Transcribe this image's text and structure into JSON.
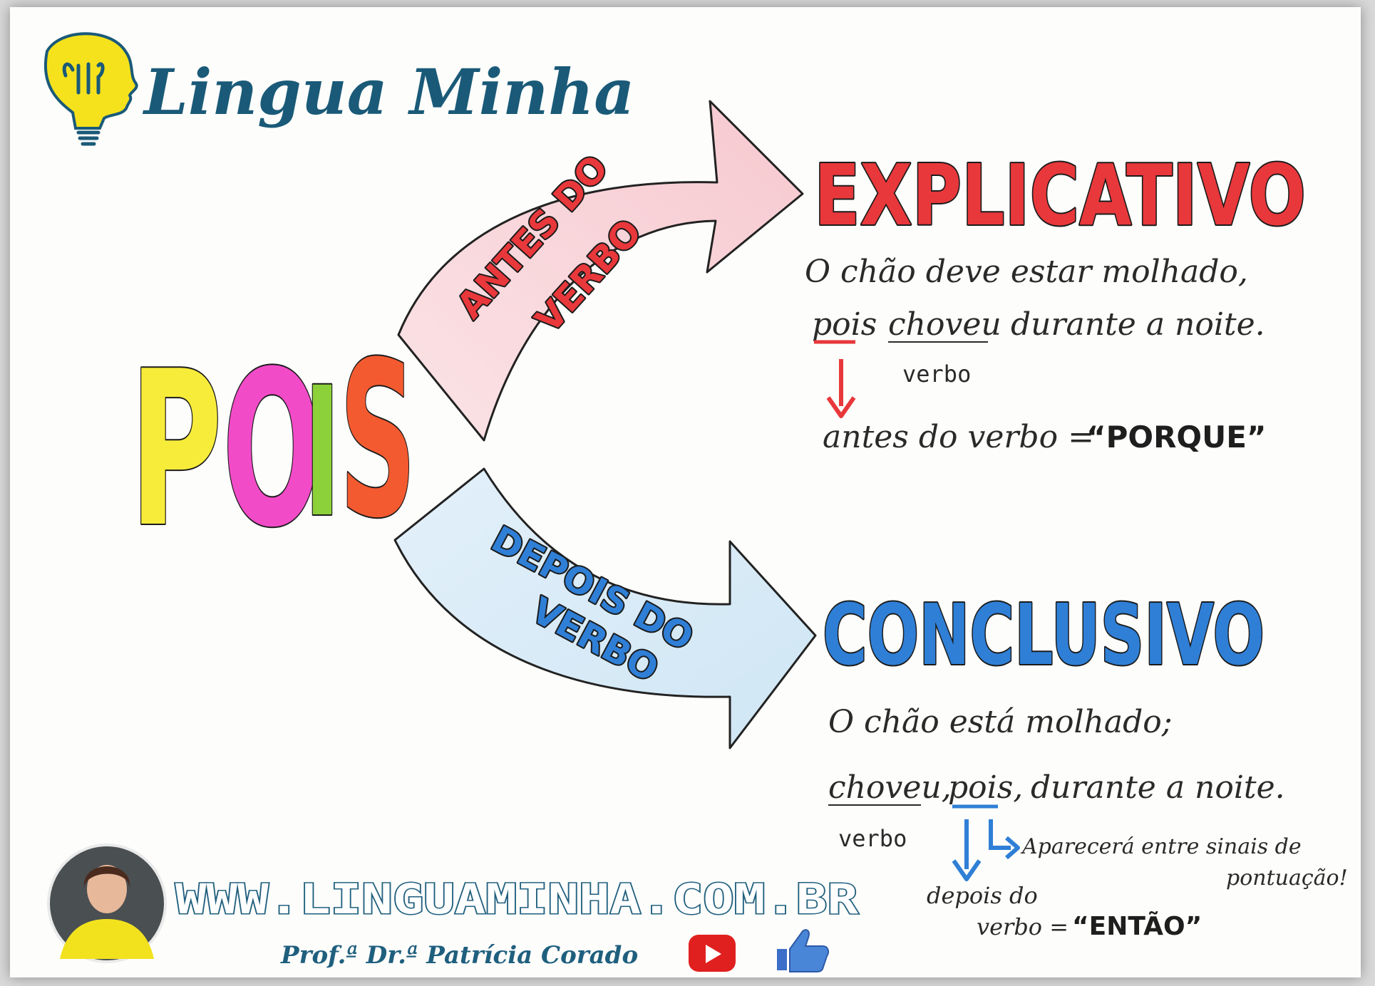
{
  "logo": {
    "name": "Lingua Minha"
  },
  "main_word": {
    "letters": [
      "P",
      "O",
      "I",
      "S"
    ]
  },
  "top_arrow": {
    "line1": "ANTES DO",
    "line2": "VERBO"
  },
  "bottom_arrow": {
    "line1": "DEPOIS DO",
    "line2": "VERBO"
  },
  "explicativo": {
    "title": "EXPLICATIVO",
    "sentence_line1": "O chão deve estar molhado,",
    "sentence_pois": "pois",
    "sentence_verb": "choveu",
    "sentence_rest": "durante a noite.",
    "verb_label": "verbo",
    "rule_text": "antes do verbo =",
    "rule_value": "“PORQUE”"
  },
  "conclusivo": {
    "title": "CONCLUSIVO",
    "sentence_line1": "O chão está molhado;",
    "sentence_verb": "choveu,",
    "sentence_pois": "pois,",
    "sentence_rest": "durante a noite.",
    "verb_label": "verbo",
    "note_line1": "Aparecerá entre sinais de",
    "note_line2": "pontuação!",
    "rule_line1": "depois do",
    "rule_line2": "verbo =",
    "rule_value": "“ENTÃO”"
  },
  "footer": {
    "url": "WWW.LINGUAMINHA.COM.BR",
    "author": "Prof.ª Dr.ª Patrícia Corado"
  },
  "colors": {
    "explicativo": "#e8383b",
    "conclusivo": "#2f7fd6",
    "p": "#f7ec3a",
    "o": "#f24bc8",
    "i": "#8cd13a",
    "s": "#f45a30",
    "brand": "#1a5a78",
    "logo_bulb": "#f5e21c"
  },
  "icons": [
    "lightbulb-head-icon",
    "youtube-icon",
    "thumbs-up-icon",
    "avatar"
  ]
}
